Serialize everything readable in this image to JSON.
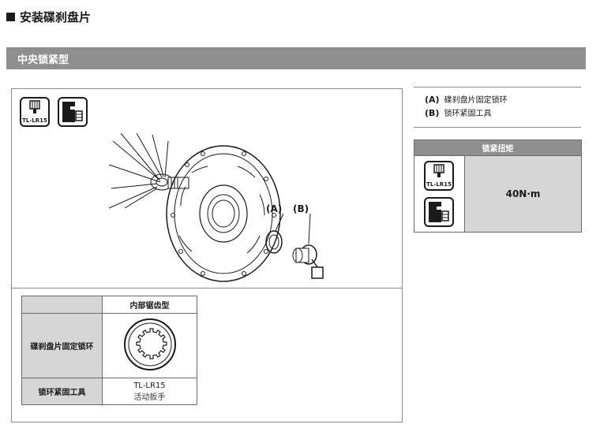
{
  "page": {
    "title": "安装碟刹盘片",
    "section": "中央锁紧型"
  },
  "tools": {
    "tool_label": "TL-LR15"
  },
  "callouts": {
    "a": "(A)",
    "b": "(B)"
  },
  "spec_table": {
    "column_header": "内部锯齿型",
    "rows": [
      {
        "label": "碟刹盘片固定锁环"
      },
      {
        "label": "锁环紧固工具",
        "value_line1": "TL-LR15",
        "value_line2": "活动扳手"
      }
    ]
  },
  "legend": {
    "items": [
      {
        "key": "(A)",
        "text": "碟刹盘片固定锁环"
      },
      {
        "key": "(B)",
        "text": "锁环紧固工具"
      }
    ]
  },
  "torque": {
    "header": "锁紧扭矩",
    "value": "40N·m"
  }
}
